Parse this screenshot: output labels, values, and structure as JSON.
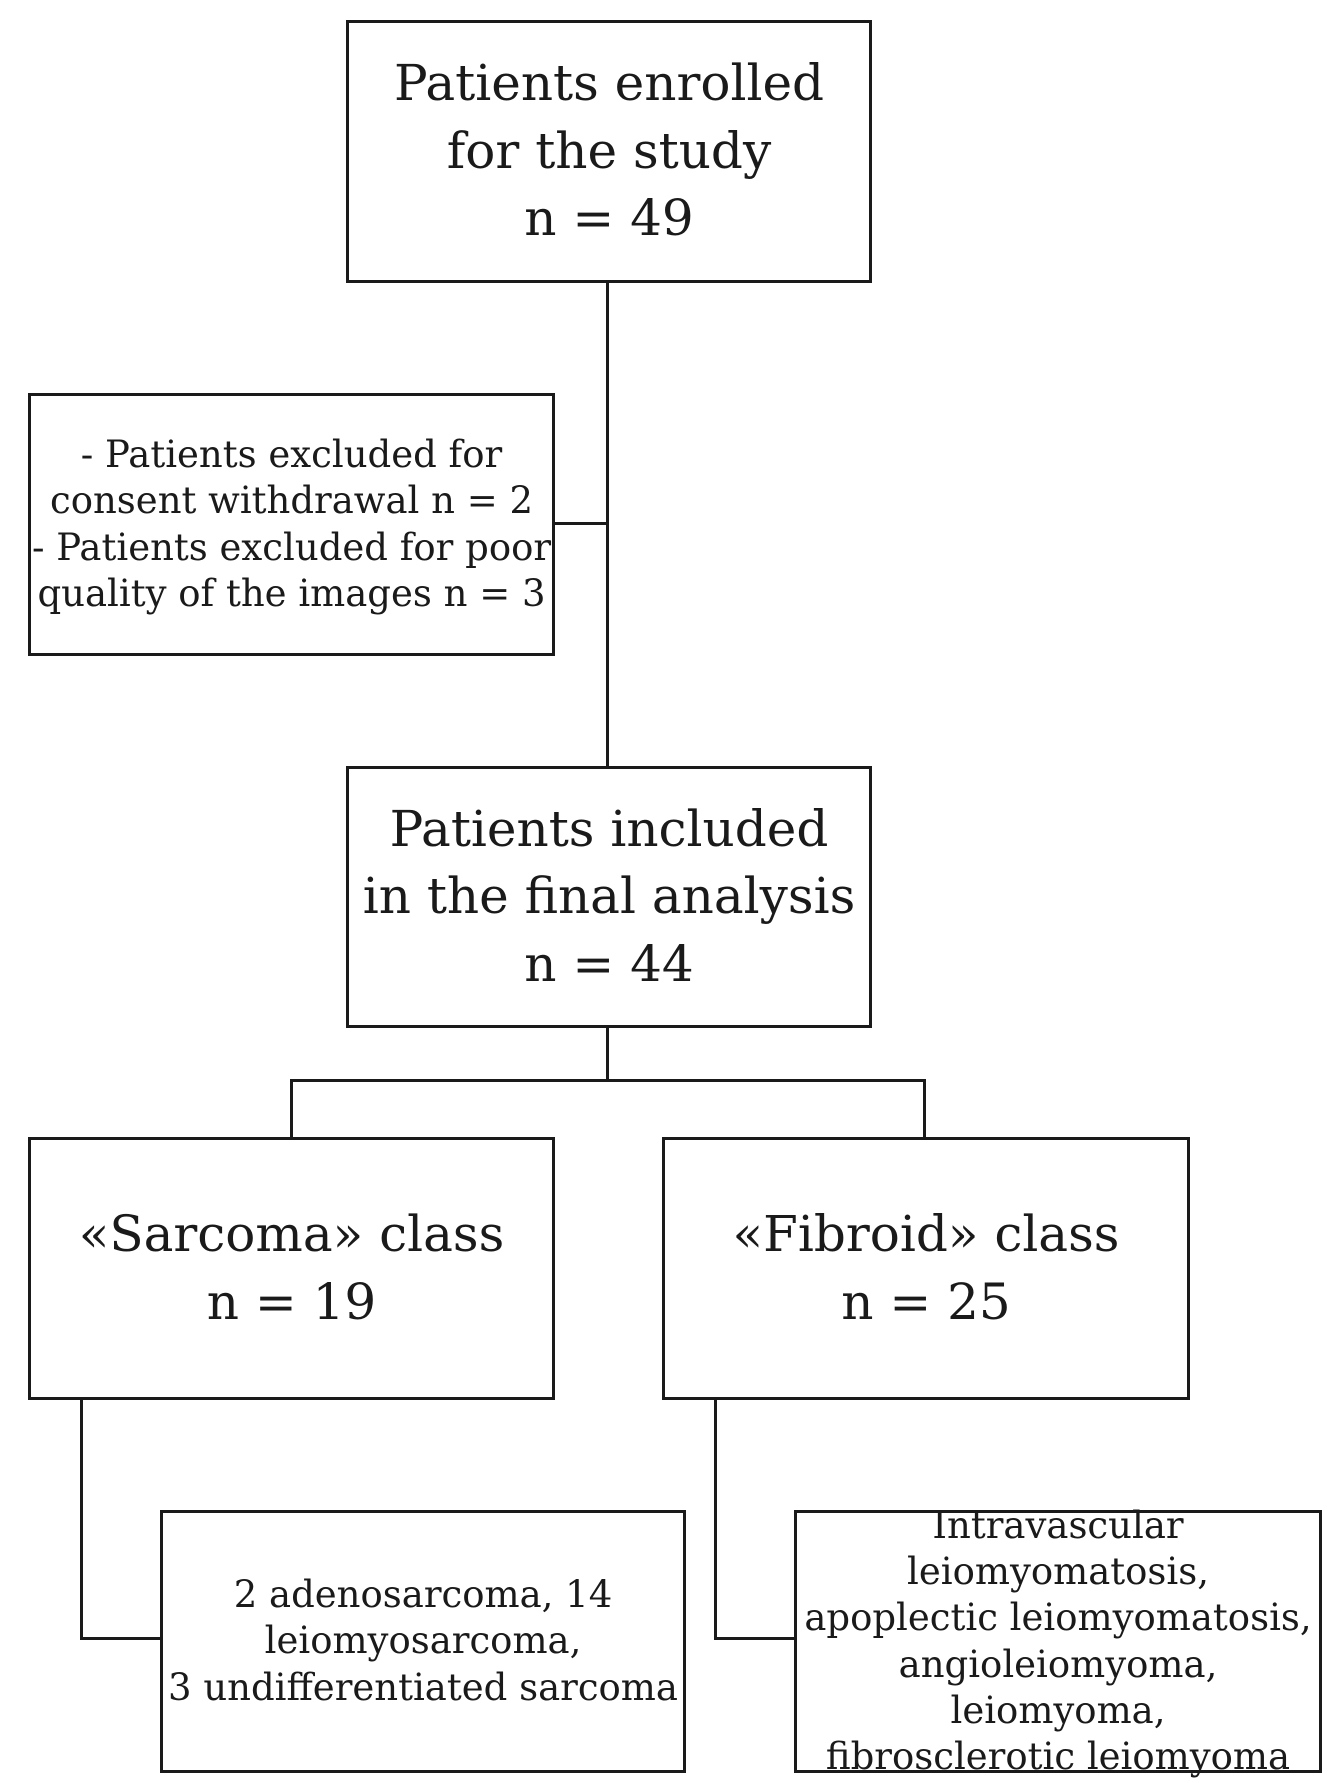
{
  "nodes": {
    "enrolled": {
      "line1": "Patients enrolled",
      "line2": "for the study",
      "line3": "n = 49"
    },
    "excluded": {
      "line1": "- Patients excluded for",
      "line2": "consent withdrawal n = 2",
      "line3": "- Patients excluded for poor",
      "line4": "quality of the images n = 3"
    },
    "included": {
      "line1": "Patients included",
      "line2": "in the final analysis",
      "line3": "n = 44"
    },
    "sarcoma": {
      "line1": "«Sarcoma» class",
      "line2": "n = 19"
    },
    "fibroid": {
      "line1": "«Fibroid» class",
      "line2": "n = 25"
    },
    "sarcoma_detail": {
      "line1": "2 adenosarcoma, 14",
      "line2": "leiomyosarcoma,",
      "line3": "3 undifferentiated sarcoma"
    },
    "fibroid_detail": {
      "line1": "Intravascular leiomyomatosis,",
      "line2": "apoplectic leiomyomatosis,",
      "line3": "angioleiomyoma, leiomyoma,",
      "line4": "fibrosclerotic leiomyoma"
    }
  }
}
